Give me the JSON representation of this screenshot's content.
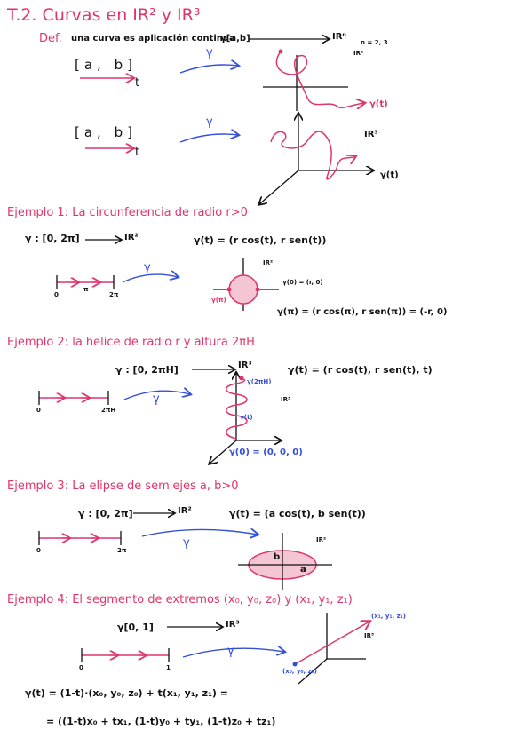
{
  "title": "T.2. Curvas en IR² y IR³",
  "def": {
    "label": "Def.",
    "text": "una curva es aplicación continua",
    "map": "γ[a,b]",
    "target": "IRⁿ",
    "n_values": "n = 2, 3",
    "sub_r2": "IR²",
    "sub_r3": "IR³",
    "interval": "[a, b]",
    "param": "t",
    "gamma": "γ",
    "curve_label_1": "γ(t)",
    "curve_label_2": "γ(t)"
  },
  "ej1": {
    "heading": "Ejemplo 1: La circunferencia de radio r>0",
    "map": "γ : [0, 2π]",
    "target": "IR²",
    "formula": "γ(t) = (r cos(t), r sen(t))",
    "tick_0": "0",
    "tick_pi": "π",
    "tick_2pi": "2π",
    "gamma": "γ",
    "plane": "IR²",
    "point_0": "γ(0) = (r, 0)",
    "point_pi": "γ(π)",
    "formula_pi": "γ(π) = (r cos(π), r sen(π)) = (-r, 0)"
  },
  "ej2": {
    "heading": "Ejemplo 2: la helice de radio r y altura 2πH",
    "map": "γ : [0, 2πH]",
    "target": "IR³",
    "formula": "γ(t) = (r cos(t), r sen(t), t)",
    "tick_0": "0",
    "tick_end": "2πH",
    "gamma": "γ",
    "space": "IR³",
    "top_label": "γ(2πH)",
    "mid_label": "γ(t)",
    "origin_label": "γ(0) = (0, 0, 0)"
  },
  "ej3": {
    "heading": "Ejemplo 3: La elipse de semiejes a, b>0",
    "map": "γ : [0, 2π]",
    "target": "IR²",
    "formula": "γ(t) = (a cos(t), b sen(t))",
    "tick_0": "0",
    "tick_end": "2π",
    "gamma": "γ",
    "plane": "IR²",
    "axis_a": "a",
    "axis_b": "b"
  },
  "ej4": {
    "heading": "Ejemplo 4: El segmento de extremos (x₀, y₀, z₀) y (x₁, y₁, z₁)",
    "map": "γ[0, 1]",
    "target": "IR³",
    "tick_0": "0",
    "tick_1": "1",
    "gamma": "γ",
    "space": "IR³",
    "end_label": "(x₁, y₁, z₁)",
    "start_label": "(x₀, y₀, z₀)",
    "formula": "γ(t) = (1-t)·(x₀, y₀, z₀) + t(x₁, y₁, z₁) =",
    "formula_expanded": "= ((1-t)x₀ + tx₁, (1-t)y₀ + ty₁, (1-t)z₀ + tz₁)"
  },
  "colors": {
    "pink": "#e0356b",
    "blue": "#3550d8",
    "ink": "#111111",
    "fill": "#f4c6d4"
  }
}
